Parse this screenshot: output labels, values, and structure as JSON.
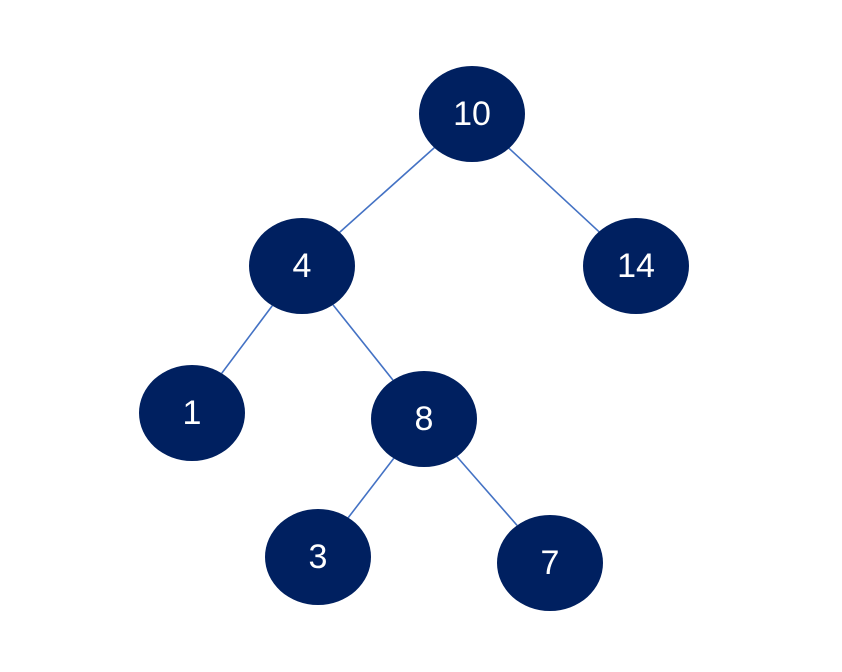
{
  "colors": {
    "node_fill": "#002060",
    "edge_stroke": "#4472C4",
    "label": "#ffffff"
  },
  "tree": {
    "nodes": [
      {
        "id": "n10",
        "label": "10"
      },
      {
        "id": "n4",
        "label": "4"
      },
      {
        "id": "n14",
        "label": "14"
      },
      {
        "id": "n1",
        "label": "1"
      },
      {
        "id": "n8",
        "label": "8"
      },
      {
        "id": "n3",
        "label": "3"
      },
      {
        "id": "n7",
        "label": "7"
      }
    ],
    "edges": [
      {
        "from": "n10",
        "to": "n4"
      },
      {
        "from": "n10",
        "to": "n14"
      },
      {
        "from": "n4",
        "to": "n1"
      },
      {
        "from": "n4",
        "to": "n8"
      },
      {
        "from": "n8",
        "to": "n3"
      },
      {
        "from": "n8",
        "to": "n7"
      }
    ]
  }
}
